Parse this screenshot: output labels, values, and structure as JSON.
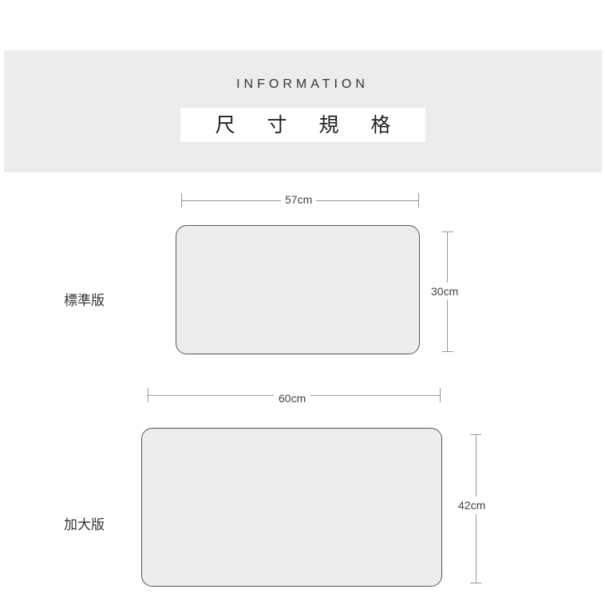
{
  "header": {
    "subtitle": "INFORMATION",
    "title": "尺 寸 規 格"
  },
  "standard": {
    "label": "標準版",
    "width": "57cm",
    "height": "30cm"
  },
  "large": {
    "label": "加大版",
    "width": "60cm",
    "height": "42cm"
  }
}
